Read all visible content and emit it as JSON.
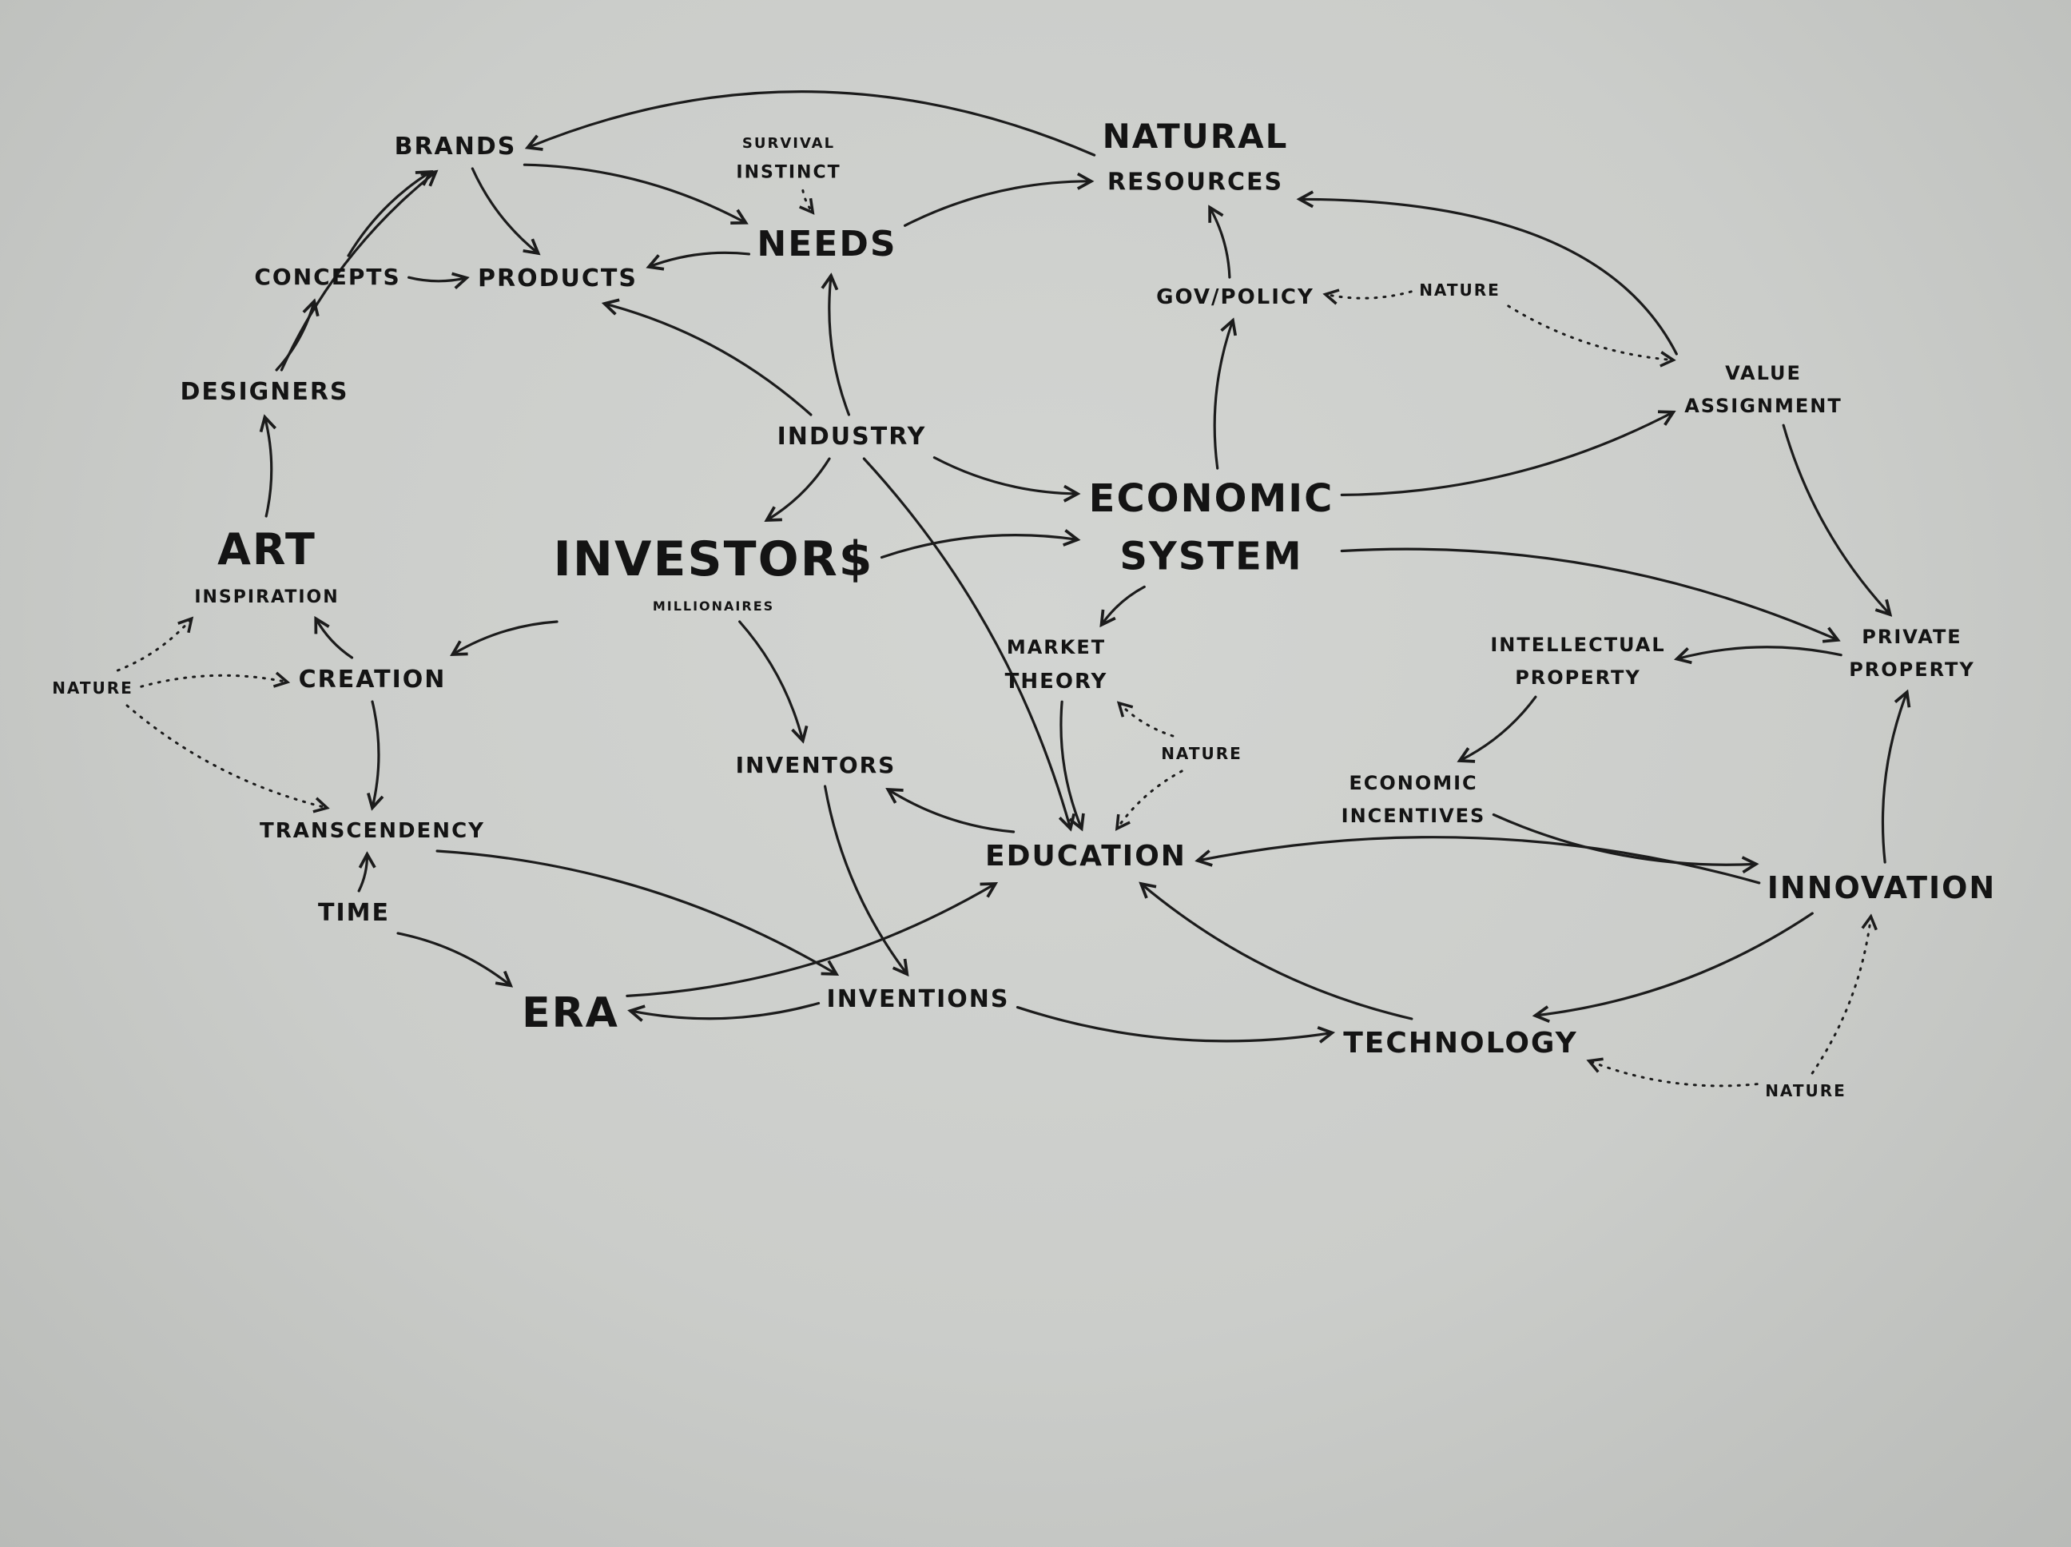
{
  "title": "Hand-drawn concept map",
  "nodes": [
    {
      "id": "brands",
      "label": "BRANDS"
    },
    {
      "id": "survival",
      "label": "SURVIVAL",
      "sub": "INSTINCT"
    },
    {
      "id": "natural",
      "label": "NATURAL",
      "sub": "RESOURCES"
    },
    {
      "id": "needs",
      "label": "NEEDS"
    },
    {
      "id": "concepts",
      "label": "CONCEPTS"
    },
    {
      "id": "products",
      "label": "PRODUCTS"
    },
    {
      "id": "gov",
      "label": "GOV/POLICY"
    },
    {
      "id": "nature1",
      "label": "NATURE"
    },
    {
      "id": "value",
      "label": "VALUE",
      "sub": "ASSIGNMENT"
    },
    {
      "id": "designers",
      "label": "DESIGNERS"
    },
    {
      "id": "industry",
      "label": "INDUSTRY"
    },
    {
      "id": "economic",
      "label": "ECONOMIC",
      "sub": "SYSTEM"
    },
    {
      "id": "art",
      "label": "ART",
      "sub": "INSPIRATION"
    },
    {
      "id": "investors",
      "label": "INVESTOR$",
      "sub": "MILLIONAIRES"
    },
    {
      "id": "private",
      "label": "PRIVATE",
      "sub": "PROPERTY"
    },
    {
      "id": "intellectual",
      "label": "INTELLECTUAL",
      "sub": "PROPERTY"
    },
    {
      "id": "market",
      "label": "MARKET",
      "sub": "THEORY"
    },
    {
      "id": "nature2",
      "label": "NATURE"
    },
    {
      "id": "creation",
      "label": "CREATION"
    },
    {
      "id": "nature3",
      "label": "NATURE"
    },
    {
      "id": "inventors",
      "label": "INVENTORS"
    },
    {
      "id": "incentives",
      "label": "ECONOMIC",
      "sub": "INCENTIVES"
    },
    {
      "id": "transcendency",
      "label": "TRANSCENDENCY"
    },
    {
      "id": "education",
      "label": "EDUCATION"
    },
    {
      "id": "innovation",
      "label": "INNOVATION"
    },
    {
      "id": "time",
      "label": "TIME"
    },
    {
      "id": "era",
      "label": "ERA"
    },
    {
      "id": "inventions",
      "label": "INVENTIONS"
    },
    {
      "id": "technology",
      "label": "TECHNOLOGY"
    },
    {
      "id": "nature4",
      "label": "NATURE"
    }
  ],
  "edges": [
    {
      "from": "natural",
      "to": "brands",
      "style": "solid"
    },
    {
      "from": "brands",
      "to": "products",
      "style": "solid"
    },
    {
      "from": "brands",
      "to": "needs",
      "style": "solid"
    },
    {
      "from": "survival",
      "to": "needs",
      "style": "dotted"
    },
    {
      "from": "needs",
      "to": "natural",
      "style": "solid"
    },
    {
      "from": "needs",
      "to": "products",
      "style": "solid"
    },
    {
      "from": "concepts",
      "to": "brands",
      "style": "solid"
    },
    {
      "from": "concepts",
      "to": "products",
      "style": "solid"
    },
    {
      "from": "designers",
      "to": "brands",
      "style": "solid"
    },
    {
      "from": "designers",
      "to": "concepts",
      "style": "solid"
    },
    {
      "from": "industry",
      "to": "needs",
      "style": "solid"
    },
    {
      "from": "industry",
      "to": "products",
      "style": "solid"
    },
    {
      "from": "industry",
      "to": "investors",
      "style": "solid"
    },
    {
      "from": "industry",
      "to": "economic",
      "style": "solid"
    },
    {
      "from": "industry",
      "to": "education",
      "style": "solid"
    },
    {
      "from": "gov",
      "to": "natural",
      "style": "solid"
    },
    {
      "from": "nature1",
      "to": "gov",
      "style": "dotted"
    },
    {
      "from": "nature1",
      "to": "value",
      "style": "dotted"
    },
    {
      "from": "economic",
      "to": "gov",
      "style": "solid"
    },
    {
      "from": "economic",
      "to": "value",
      "style": "solid"
    },
    {
      "from": "economic",
      "to": "private",
      "style": "solid"
    },
    {
      "from": "economic",
      "to": "market",
      "style": "solid"
    },
    {
      "from": "value",
      "to": "natural",
      "style": "solid"
    },
    {
      "from": "value",
      "to": "private",
      "style": "solid"
    },
    {
      "from": "investors",
      "to": "economic",
      "style": "solid"
    },
    {
      "from": "investors",
      "to": "creation",
      "style": "solid"
    },
    {
      "from": "investors",
      "to": "inventors",
      "style": "solid"
    },
    {
      "from": "art",
      "to": "designers",
      "style": "solid"
    },
    {
      "from": "creation",
      "to": "art",
      "style": "solid"
    },
    {
      "from": "nature2",
      "to": "art",
      "style": "dotted"
    },
    {
      "from": "nature2",
      "to": "creation",
      "style": "dotted"
    },
    {
      "from": "nature2",
      "to": "transcendency",
      "style": "dotted"
    },
    {
      "from": "creation",
      "to": "transcendency",
      "style": "solid"
    },
    {
      "from": "private",
      "to": "intellectual",
      "style": "solid"
    },
    {
      "from": "intellectual",
      "to": "incentives",
      "style": "solid"
    },
    {
      "from": "incentives",
      "to": "innovation",
      "style": "solid"
    },
    {
      "from": "innovation",
      "to": "private",
      "style": "solid"
    },
    {
      "from": "innovation",
      "to": "education",
      "style": "solid"
    },
    {
      "from": "innovation",
      "to": "technology",
      "style": "solid"
    },
    {
      "from": "nature4",
      "to": "innovation",
      "style": "dotted"
    },
    {
      "from": "nature4",
      "to": "technology",
      "style": "dotted"
    },
    {
      "from": "market",
      "to": "education",
      "style": "solid"
    },
    {
      "from": "nature3",
      "to": "market",
      "style": "dotted"
    },
    {
      "from": "nature3",
      "to": "education",
      "style": "dotted"
    },
    {
      "from": "education",
      "to": "inventors",
      "style": "solid"
    },
    {
      "from": "inventors",
      "to": "inventions",
      "style": "solid"
    },
    {
      "from": "transcendency",
      "to": "inventions",
      "style": "solid"
    },
    {
      "from": "time",
      "to": "transcendency",
      "style": "solid"
    },
    {
      "from": "time",
      "to": "era",
      "style": "solid"
    },
    {
      "from": "era",
      "to": "education",
      "style": "solid"
    },
    {
      "from": "inventions",
      "to": "era",
      "style": "solid"
    },
    {
      "from": "inventions",
      "to": "technology",
      "style": "solid"
    },
    {
      "from": "technology",
      "to": "education",
      "style": "solid"
    }
  ]
}
